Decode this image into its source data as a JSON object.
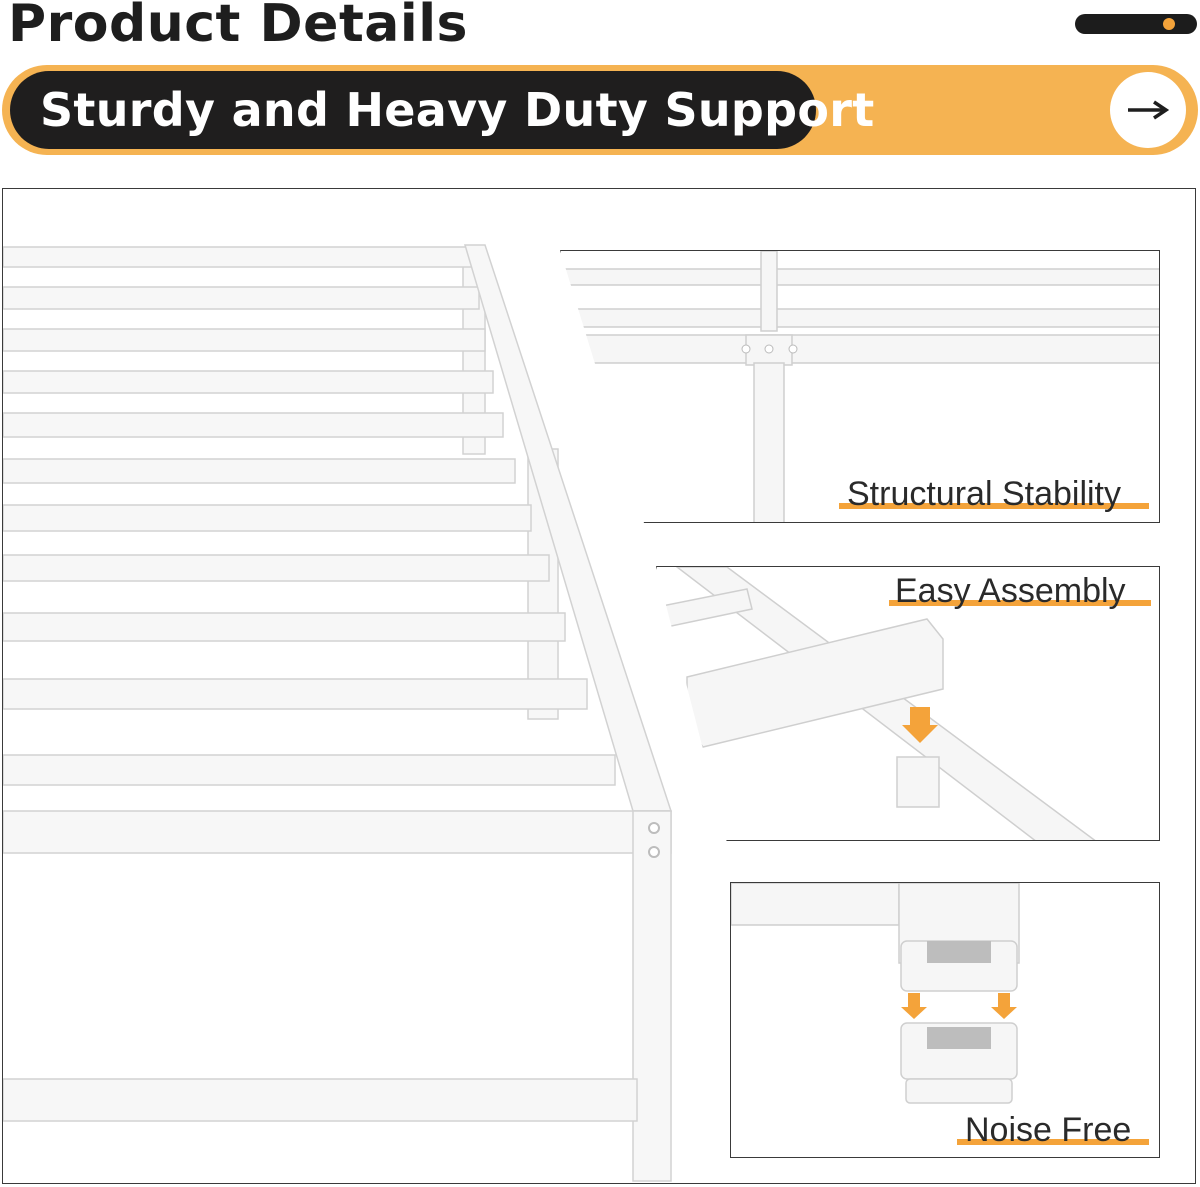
{
  "header": {
    "title": "Product Details"
  },
  "banner": {
    "text": "Sturdy and Heavy Duty Support",
    "next_icon": "arrow-right-icon"
  },
  "features": [
    {
      "label": "Structural Stability"
    },
    {
      "label": "Easy Assembly"
    },
    {
      "label": "Noise Free"
    }
  ],
  "colors": {
    "accent": "#f5b352",
    "arrow": "#f4a33a",
    "dark": "#1f1e1e"
  }
}
